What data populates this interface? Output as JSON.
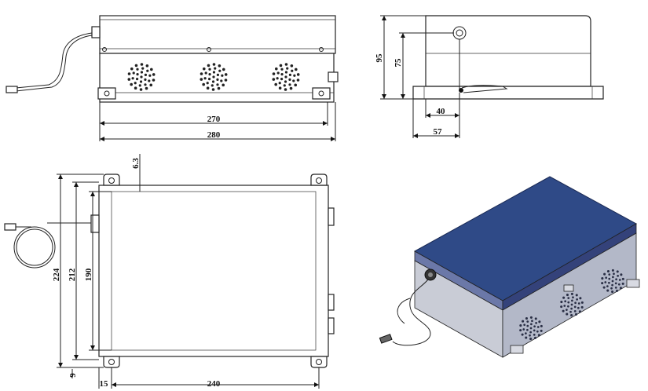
{
  "dimensions": {
    "front_width_inner": "270",
    "front_width_outer": "280",
    "side_height_total": "95",
    "side_height_body": "75",
    "side_depth_connector": "40",
    "side_depth_total": "57",
    "top_margin": "6.3",
    "top_depth_outer": "224",
    "top_depth_mid": "212",
    "top_depth_inner": "190",
    "top_offset_left": "15",
    "top_length": "240",
    "top_offset_bottom": "9"
  },
  "colors": {
    "iso_top": "#2f4a87",
    "iso_side": "#c9ccd6",
    "line": "#222222"
  },
  "icons": {
    "fan_grille": "fan-grille-icon",
    "fiber_connector": "fiber-connector-icon",
    "mounting_tab": "mounting-tab-icon"
  }
}
